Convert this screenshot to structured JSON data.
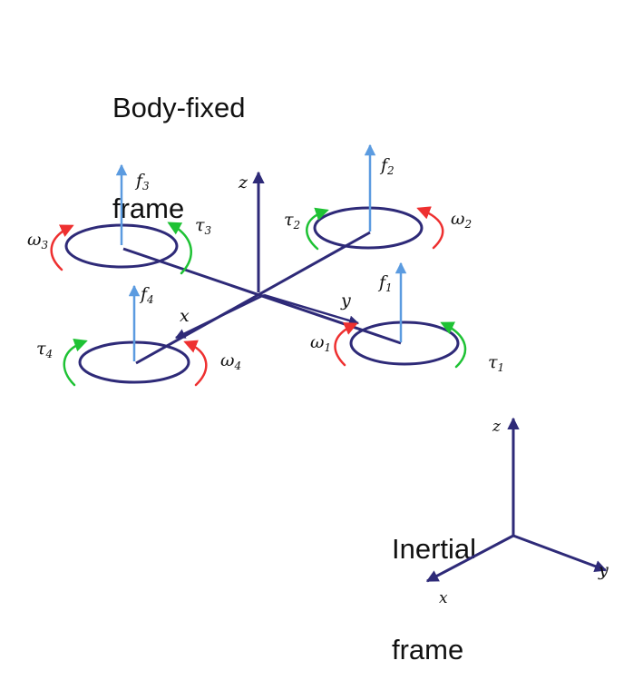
{
  "body_frame": {
    "title_line1": "Body-fixed",
    "title_line2": "frame",
    "axis_z": "z",
    "axis_x": "x",
    "axis_y": "y"
  },
  "inertial_frame": {
    "title_line1": "Inertial",
    "title_line2": "frame",
    "axis_z": "z",
    "axis_x": "x",
    "axis_y": "y"
  },
  "rotors": [
    {
      "id": "1",
      "force": "f",
      "torque": "τ",
      "omega": "ω"
    },
    {
      "id": "2",
      "force": "f",
      "torque": "τ",
      "omega": "ω"
    },
    {
      "id": "3",
      "force": "f",
      "torque": "τ",
      "omega": "ω"
    },
    {
      "id": "4",
      "force": "f",
      "torque": "τ",
      "omega": "ω"
    }
  ],
  "colors": {
    "frame": "#2e2a78",
    "force": "#5b9be0",
    "torque": "#1ec234",
    "omega": "#ee3030"
  }
}
